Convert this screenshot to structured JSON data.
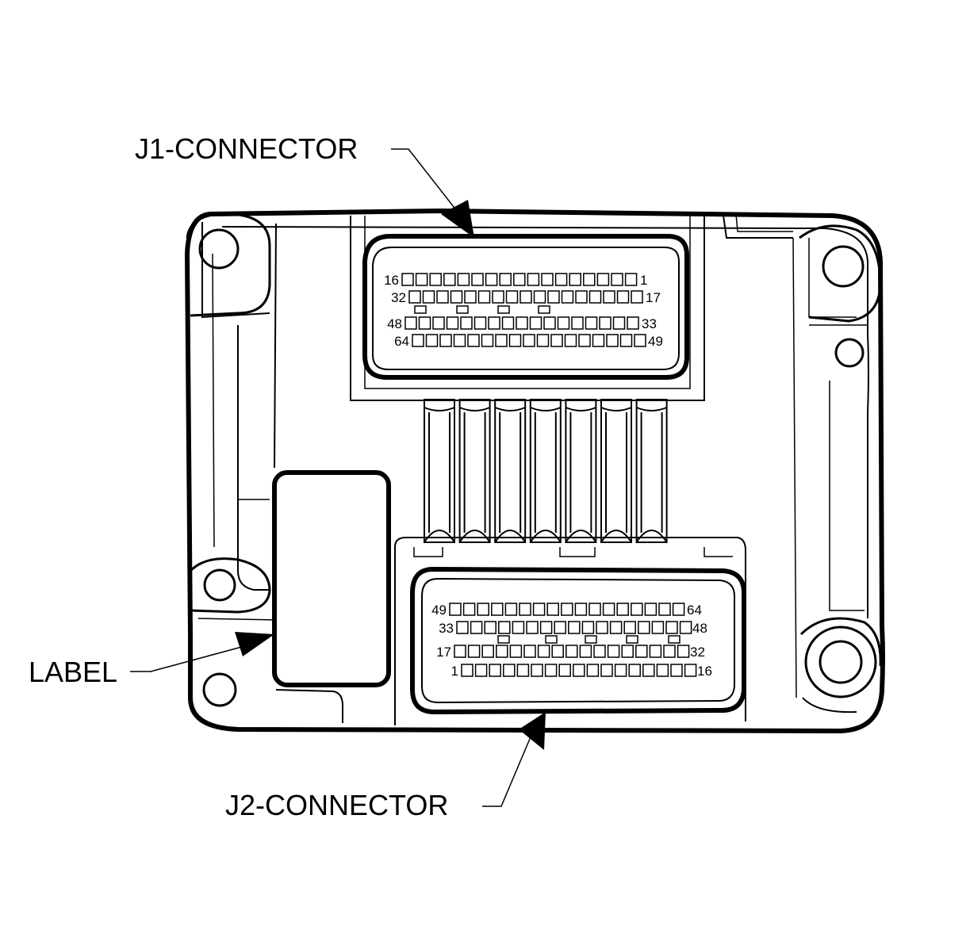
{
  "callouts": {
    "j1": "J1-CONNECTOR",
    "j2": "J2-CONNECTOR",
    "label": "LABEL"
  },
  "j1_pins": {
    "row1_left": "16",
    "row1_right": "1",
    "row2_left": "32",
    "row2_right": "17",
    "row3_left": "48",
    "row3_right": "33",
    "row4_left": "64",
    "row4_right": "49"
  },
  "j2_pins": {
    "row1_left": "49",
    "row1_right": "64",
    "row2_left": "33",
    "row2_right": "48",
    "row3_left": "17",
    "row3_right": "32",
    "row4_left": "1",
    "row4_right": "16"
  },
  "colors": {
    "line": "#000000",
    "background": "#ffffff"
  }
}
